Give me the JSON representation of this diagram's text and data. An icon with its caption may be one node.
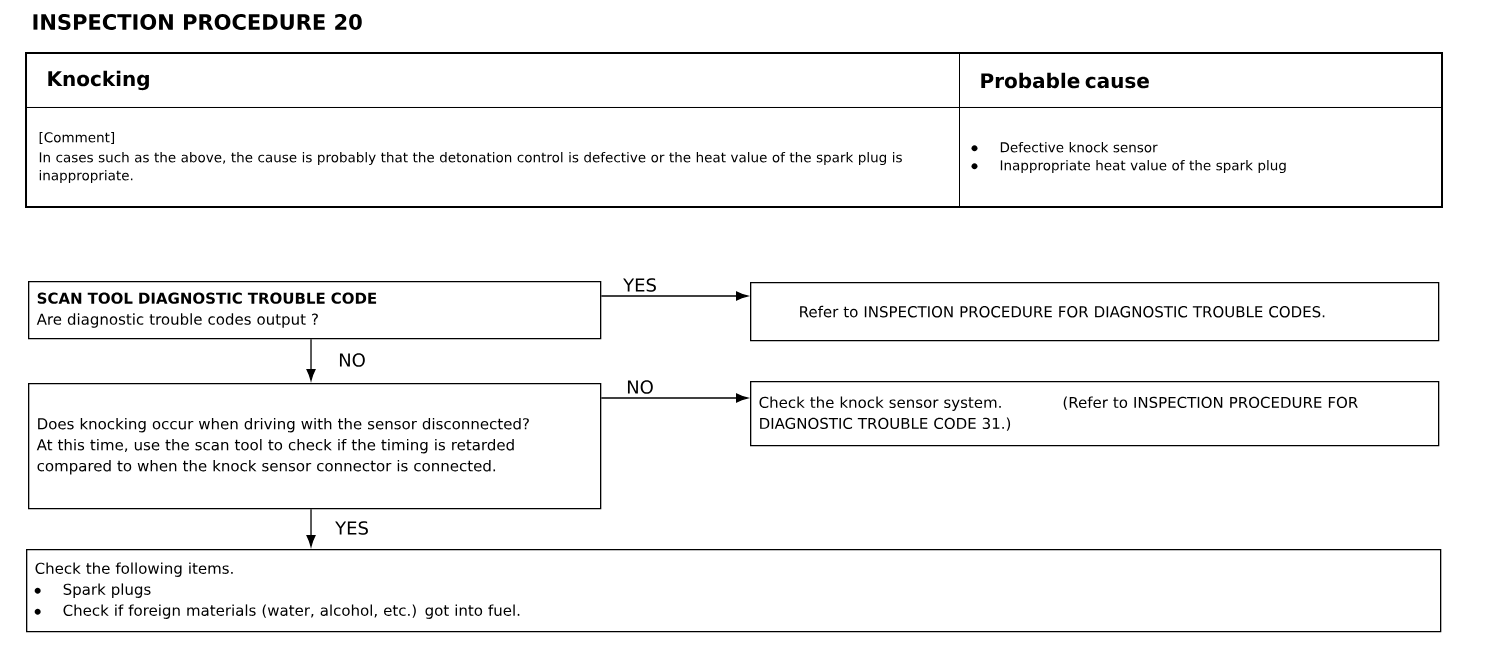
{
  "diagram": {
    "title": "INSPECTION PROCEDURE 20",
    "nodes": [
      {
        "text": [
          "SCAN TOOL DIAGNOSTIC TROUBLE CODE",
          "Are diagnostic trouble codes output ?"
        ]
      },
      {
        "text": [
          "Refer to INSPECTION PROCEDURE FOR DIAGNOSTIC TROUBLE CODES."
        ]
      },
      {
        "text": [
          "Does knocking occur when driving with the sensor disconnected?",
          "At this time, use the scan tool to check if the timing is retarded compared to when the knock sensor connector is connected."
        ]
      },
      {
        "text": [
          "Check the knock sensor system.",
          "(Refer to INSPECTION PROCEDURE FOR DIAGNOSTIC TROUBLE CODE 31.)"
        ]
      },
      {
        "text": [
          "Check the following items.",
          "Spark plugs",
          "Check if foreign materials (water, alcohol, etc.) got into fuel."
        ]
      }
    ],
    "edges": [
      {
        "from": 0,
        "to": 1,
        "arrow": "to",
        "label": "YES"
      },
      {
        "from": 0,
        "to": 2,
        "arrow": "to",
        "label": "NO"
      },
      {
        "from": 2,
        "to": 3,
        "arrow": "to",
        "label": "NO"
      },
      {
        "from": 2,
        "to": 4,
        "arrow": "to",
        "label": "YES"
      }
    ],
    "labels": [
      "Knocking",
      "Probable cause",
      "[Comment]",
      "In cases such as the above, the cause is probably that the detonation control is defective or the heat value of the spark plug is inappropriate.",
      "Defective knock sensor",
      "Inappropriate heat value of the spark plug"
    ]
  }
}
